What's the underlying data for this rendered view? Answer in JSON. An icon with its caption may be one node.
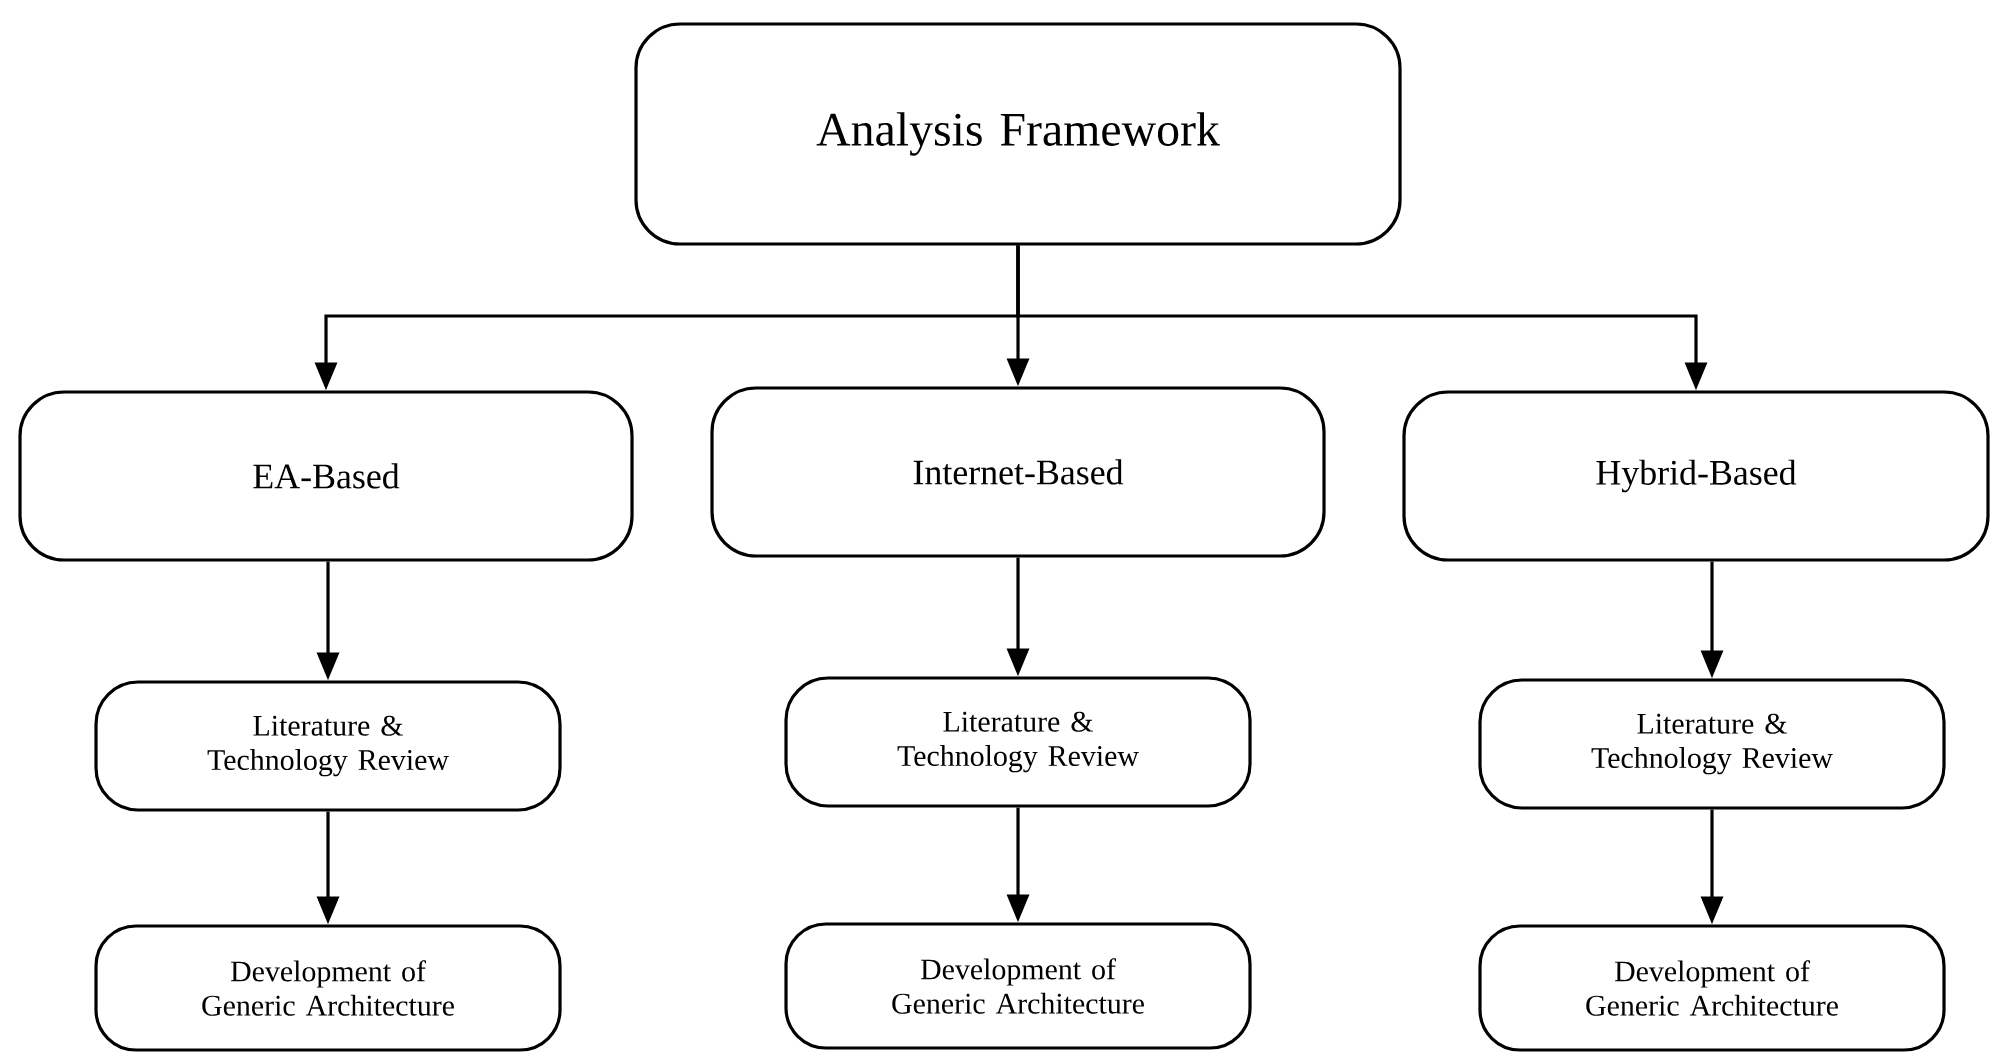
{
  "diagram": {
    "nodes": [
      {
        "text": [
          "Analysis Framework"
        ]
      },
      {
        "text": [
          "EA-Based"
        ]
      },
      {
        "text": [
          "Internet-Based"
        ]
      },
      {
        "text": [
          "Hybrid-Based"
        ]
      },
      {
        "text": [
          "Literature & Technology Review"
        ]
      },
      {
        "text": [
          "Literature & Technology Review"
        ]
      },
      {
        "text": [
          "Literature & Technology Review"
        ]
      },
      {
        "text": [
          "Development of Generic Architecture"
        ]
      },
      {
        "text": [
          "Development of Generic Architecture"
        ]
      },
      {
        "text": [
          "Development of Generic Architecture"
        ]
      }
    ],
    "edges": [
      {
        "from": 0,
        "to": 1,
        "arrow": "to"
      },
      {
        "from": 0,
        "to": 2,
        "arrow": "to"
      },
      {
        "from": 0,
        "to": 3,
        "arrow": "to"
      },
      {
        "from": 1,
        "to": 4,
        "arrow": "to"
      },
      {
        "from": 2,
        "to": 5,
        "arrow": "to"
      },
      {
        "from": 3,
        "to": 6,
        "arrow": "to"
      },
      {
        "from": 4,
        "to": 7,
        "arrow": "to"
      },
      {
        "from": 5,
        "to": 8,
        "arrow": "to"
      },
      {
        "from": 6,
        "to": 9,
        "arrow": "to"
      }
    ]
  }
}
